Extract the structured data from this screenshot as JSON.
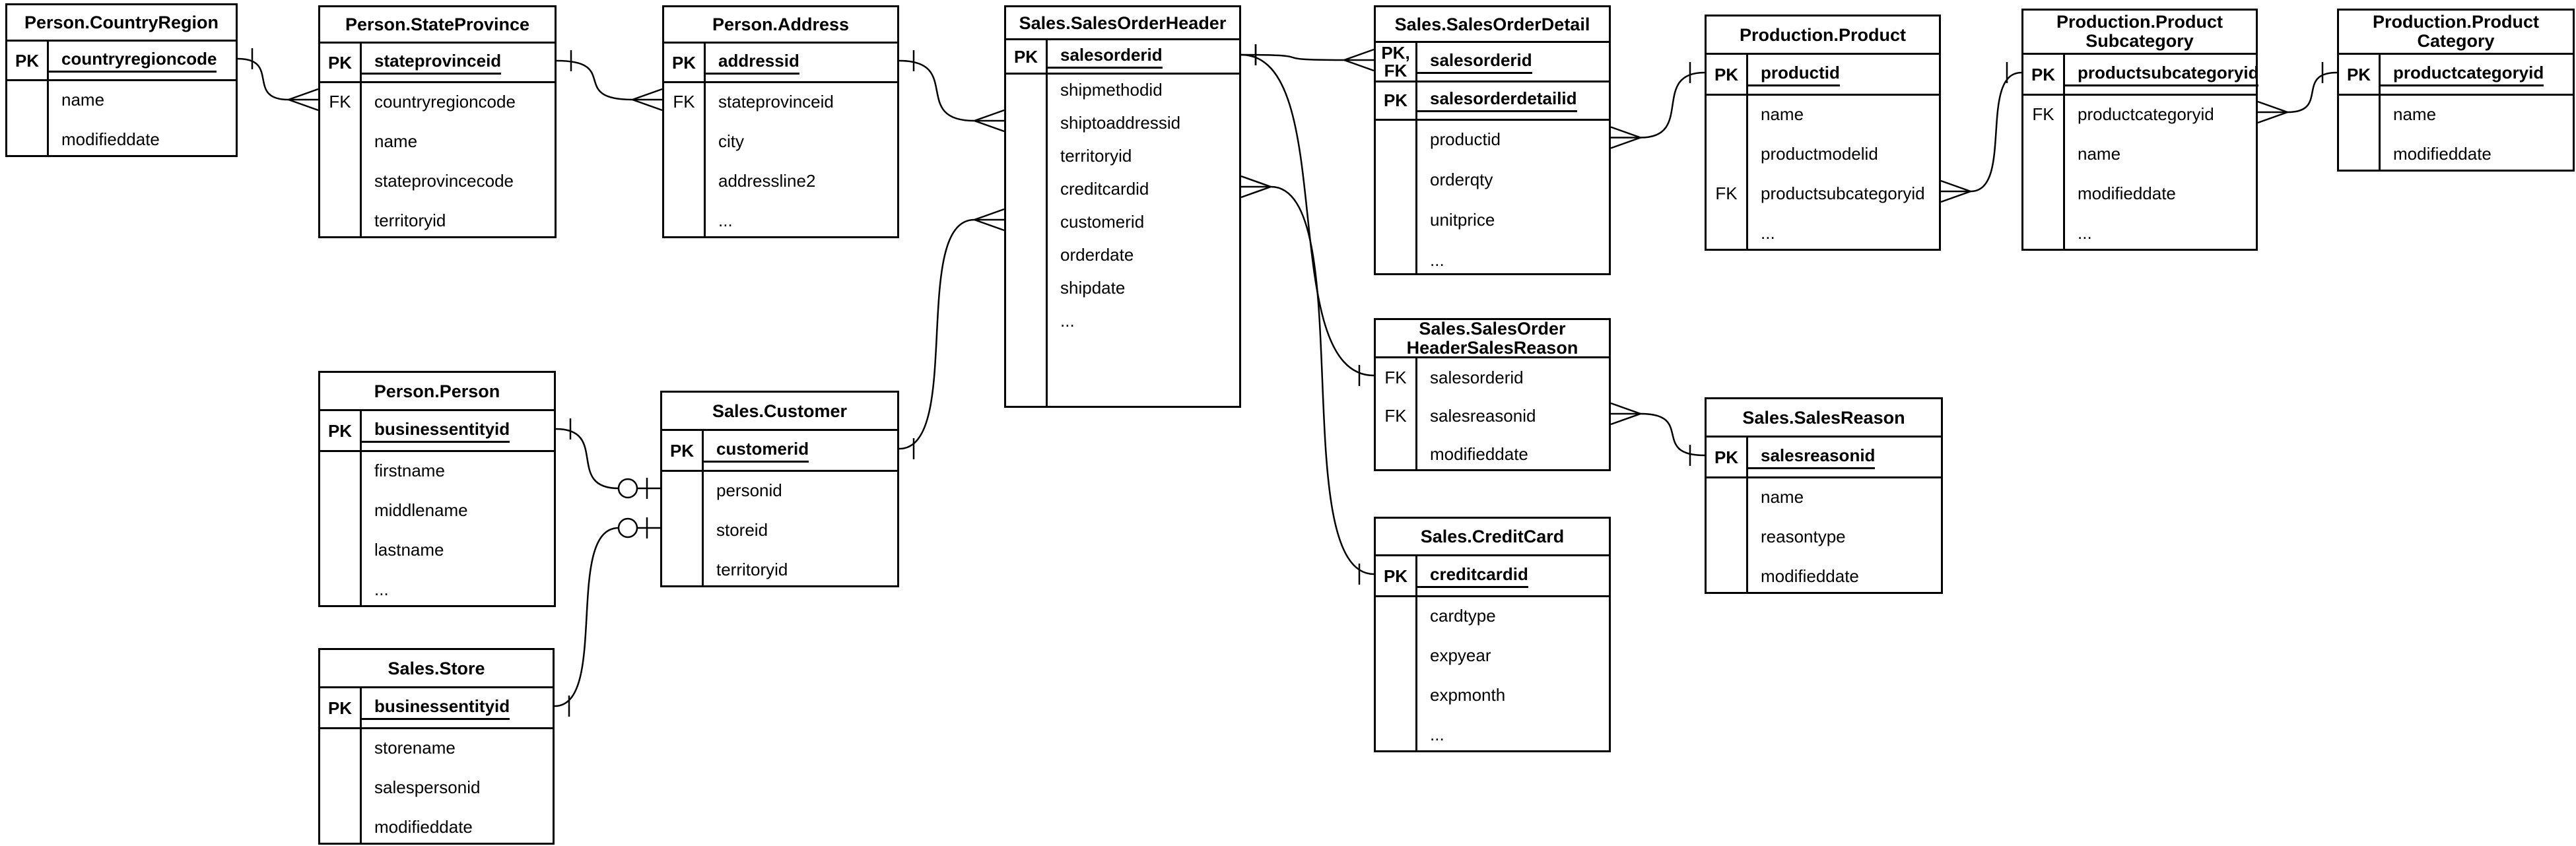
{
  "diagram": {
    "kind": "entity-relationship-diagram",
    "colors": {
      "background": "#ffffff",
      "stroke": "#000000",
      "text": "#000000",
      "table_fill": "#ffffff"
    },
    "notation": "crows-foot",
    "tables": [
      {
        "id": "person_countryregion",
        "title": "Person.CountryRegion",
        "title_lines": [
          "Person.CountryRegion"
        ],
        "sections": [
          {
            "rows": [
              {
                "key": "PK",
                "name": "countryregioncode",
                "pk": true
              }
            ]
          },
          {
            "rows": [
              {
                "key": "",
                "name": "name"
              },
              {
                "key": "",
                "name": "modifieddate"
              }
            ]
          }
        ]
      },
      {
        "id": "person_stateprovince",
        "title": "Person.StateProvince",
        "title_lines": [
          "Person.StateProvince"
        ],
        "sections": [
          {
            "rows": [
              {
                "key": "PK",
                "name": "stateprovinceid",
                "pk": true
              }
            ]
          },
          {
            "rows": [
              {
                "key": "FK",
                "name": "countryregioncode"
              },
              {
                "key": "",
                "name": "name"
              },
              {
                "key": "",
                "name": "stateprovincecode"
              },
              {
                "key": "",
                "name": "territoryid"
              }
            ]
          }
        ]
      },
      {
        "id": "person_address",
        "title": "Person.Address",
        "title_lines": [
          "Person.Address"
        ],
        "sections": [
          {
            "rows": [
              {
                "key": "PK",
                "name": "addressid",
                "pk": true
              }
            ]
          },
          {
            "rows": [
              {
                "key": "FK",
                "name": "stateprovinceid"
              },
              {
                "key": "",
                "name": "city"
              },
              {
                "key": "",
                "name": "addressline2"
              },
              {
                "key": "",
                "name": "..."
              }
            ]
          }
        ]
      },
      {
        "id": "sales_salesorderheader",
        "title": "Sales.SalesOrderHeader",
        "title_lines": [
          "Sales.SalesOrderHeader"
        ],
        "sections": [
          {
            "rows": [
              {
                "key": "PK",
                "name": "salesorderid",
                "pk": true
              }
            ]
          },
          {
            "rows": [
              {
                "key": "",
                "name": "shipmethodid"
              },
              {
                "key": "",
                "name": "shiptoaddressid"
              },
              {
                "key": "",
                "name": "territoryid"
              },
              {
                "key": "",
                "name": "creditcardid"
              },
              {
                "key": "",
                "name": "customerid"
              },
              {
                "key": "",
                "name": "orderdate"
              },
              {
                "key": "",
                "name": "shipdate"
              },
              {
                "key": "",
                "name": "..."
              }
            ]
          }
        ]
      },
      {
        "id": "sales_salesorderdetail",
        "title": "Sales.SalesOrderDetail",
        "title_lines": [
          "Sales.SalesOrderDetail"
        ],
        "sections": [
          {
            "rows": [
              {
                "key": "PK,\nFK",
                "name": "salesorderid",
                "pk": true
              }
            ]
          },
          {
            "rows": [
              {
                "key": "PK",
                "name": "salesorderdetailid",
                "pk": true
              }
            ]
          },
          {
            "rows": [
              {
                "key": "",
                "name": "productid"
              },
              {
                "key": "",
                "name": "orderqty"
              },
              {
                "key": "",
                "name": "unitprice"
              },
              {
                "key": "",
                "name": "..."
              }
            ]
          }
        ]
      },
      {
        "id": "production_product",
        "title": "Production.Product",
        "title_lines": [
          "Production.Product"
        ],
        "sections": [
          {
            "rows": [
              {
                "key": "PK",
                "name": "productid",
                "pk": true
              }
            ]
          },
          {
            "rows": [
              {
                "key": "",
                "name": "name"
              },
              {
                "key": "",
                "name": "productmodelid"
              },
              {
                "key": "FK",
                "name": "productsubcategoryid"
              },
              {
                "key": "",
                "name": "..."
              }
            ]
          }
        ]
      },
      {
        "id": "production_productsubcategory",
        "title": "Production.ProductSubcategory",
        "title_lines": [
          "Production.Product",
          "Subcategory"
        ],
        "sections": [
          {
            "rows": [
              {
                "key": "PK",
                "name": "productsubcategoryid",
                "pk": true
              }
            ]
          },
          {
            "rows": [
              {
                "key": "FK",
                "name": "productcategoryid"
              },
              {
                "key": "",
                "name": "name"
              },
              {
                "key": "",
                "name": "modifieddate"
              },
              {
                "key": "",
                "name": "..."
              }
            ]
          }
        ]
      },
      {
        "id": "production_productcategory",
        "title": "Production.ProductCategory",
        "title_lines": [
          "Production.Product",
          "Category"
        ],
        "sections": [
          {
            "rows": [
              {
                "key": "PK",
                "name": "productcategoryid",
                "pk": true
              }
            ]
          },
          {
            "rows": [
              {
                "key": "",
                "name": "name"
              },
              {
                "key": "",
                "name": "modifieddate"
              }
            ]
          }
        ]
      },
      {
        "id": "person_person",
        "title": "Person.Person",
        "title_lines": [
          "Person.Person"
        ],
        "sections": [
          {
            "rows": [
              {
                "key": "PK",
                "name": "businessentityid",
                "pk": true
              }
            ]
          },
          {
            "rows": [
              {
                "key": "",
                "name": "firstname"
              },
              {
                "key": "",
                "name": "middlename"
              },
              {
                "key": "",
                "name": "lastname"
              },
              {
                "key": "",
                "name": "..."
              }
            ]
          }
        ]
      },
      {
        "id": "sales_customer",
        "title": "Sales.Customer",
        "title_lines": [
          "Sales.Customer"
        ],
        "sections": [
          {
            "rows": [
              {
                "key": "PK",
                "name": "customerid",
                "pk": true
              }
            ]
          },
          {
            "rows": [
              {
                "key": "",
                "name": "personid"
              },
              {
                "key": "",
                "name": "storeid"
              },
              {
                "key": "",
                "name": "territoryid"
              }
            ]
          }
        ]
      },
      {
        "id": "sales_salesorderheadersalesreason",
        "title": "Sales.SalesOrderHeaderSalesReason",
        "title_lines": [
          "Sales.SalesOrder",
          "HeaderSalesReason"
        ],
        "sections": [
          {
            "rows": [
              {
                "key": "FK",
                "name": "salesorderid"
              },
              {
                "key": "FK",
                "name": "salesreasonid"
              },
              {
                "key": "",
                "name": "modifieddate"
              }
            ]
          }
        ]
      },
      {
        "id": "sales_salesreason",
        "title": "Sales.SalesReason",
        "title_lines": [
          "Sales.SalesReason"
        ],
        "sections": [
          {
            "rows": [
              {
                "key": "PK",
                "name": "salesreasonid",
                "pk": true
              }
            ]
          },
          {
            "rows": [
              {
                "key": "",
                "name": "name"
              },
              {
                "key": "",
                "name": "reasontype"
              },
              {
                "key": "",
                "name": "modifieddate"
              }
            ]
          }
        ]
      },
      {
        "id": "sales_creditcard",
        "title": "Sales.CreditCard",
        "title_lines": [
          "Sales.CreditCard"
        ],
        "sections": [
          {
            "rows": [
              {
                "key": "PK",
                "name": "creditcardid",
                "pk": true
              }
            ]
          },
          {
            "rows": [
              {
                "key": "",
                "name": "cardtype"
              },
              {
                "key": "",
                "name": "expyear"
              },
              {
                "key": "",
                "name": "expmonth"
              },
              {
                "key": "",
                "name": "..."
              }
            ]
          }
        ]
      },
      {
        "id": "sales_store",
        "title": "Sales.Store",
        "title_lines": [
          "Sales.Store"
        ],
        "sections": [
          {
            "rows": [
              {
                "key": "PK",
                "name": "businessentityid",
                "pk": true
              }
            ]
          },
          {
            "rows": [
              {
                "key": "",
                "name": "storename"
              },
              {
                "key": "",
                "name": "salespersonid"
              },
              {
                "key": "",
                "name": "modifieddate"
              }
            ]
          }
        ]
      }
    ],
    "connections": [
      {
        "id": "countryregion-to-stateprovince",
        "cardinality": "one-to-many",
        "from": {
          "table": "person_countryregion",
          "row": "countryregioncode",
          "side": "right",
          "symbol": "one"
        },
        "to": {
          "table": "person_stateprovince",
          "row": "countryregioncode",
          "side": "left",
          "symbol": "many"
        }
      },
      {
        "id": "stateprovince-to-address",
        "cardinality": "one-to-many",
        "from": {
          "table": "person_stateprovince",
          "row": "stateprovinceid",
          "side": "right",
          "symbol": "one"
        },
        "to": {
          "table": "person_address",
          "row": "stateprovinceid",
          "side": "left",
          "symbol": "many"
        }
      },
      {
        "id": "address-to-salesorderheader",
        "cardinality": "one-to-many",
        "from": {
          "table": "person_address",
          "row": "addressid",
          "side": "right",
          "symbol": "one"
        },
        "to": {
          "table": "sales_salesorderheader",
          "row": "shiptoaddressid",
          "side": "left",
          "symbol": "many"
        }
      },
      {
        "id": "customer-to-salesorderheader",
        "cardinality": "one-to-many",
        "from": {
          "table": "sales_customer",
          "row": "customerid",
          "side": "right",
          "symbol": "one"
        },
        "to": {
          "table": "sales_salesorderheader",
          "row": "customerid",
          "side": "left",
          "symbol": "many"
        }
      },
      {
        "id": "salesorderheader-to-salesorderdetail",
        "cardinality": "one-to-many",
        "from": {
          "table": "sales_salesorderheader",
          "row": "salesorderid",
          "side": "right",
          "symbol": "one"
        },
        "to": {
          "table": "sales_salesorderdetail",
          "row": "salesorderid",
          "side": "left",
          "symbol": "many"
        }
      },
      {
        "id": "salesorderheader-to-headersalesreason",
        "cardinality": "one-to-one",
        "from": {
          "table": "sales_salesorderheader",
          "row": "salesorderid",
          "side": "right",
          "symbol": "one"
        },
        "to": {
          "table": "sales_salesorderheadersalesreason",
          "row": "salesorderid",
          "side": "left",
          "symbol": "one"
        }
      },
      {
        "id": "creditcard-to-salesorderheader",
        "cardinality": "one-to-many",
        "from": {
          "table": "sales_salesorderheader",
          "row": "creditcardid",
          "side": "right",
          "symbol": "many"
        },
        "to": {
          "table": "sales_creditcard",
          "row": "creditcardid",
          "side": "left",
          "symbol": "one"
        }
      },
      {
        "id": "product-to-salesorderdetail",
        "cardinality": "one-to-many",
        "from": {
          "table": "sales_salesorderdetail",
          "row": "productid",
          "side": "right",
          "symbol": "many"
        },
        "to": {
          "table": "production_product",
          "row": "productid",
          "side": "left",
          "symbol": "one"
        }
      },
      {
        "id": "productsubcategory-to-product",
        "cardinality": "one-to-many",
        "from": {
          "table": "production_product",
          "row": "productsubcategoryid",
          "side": "right",
          "symbol": "many"
        },
        "to": {
          "table": "production_productsubcategory",
          "row": "productsubcategoryid",
          "side": "left",
          "symbol": "one"
        }
      },
      {
        "id": "productcategory-to-productsubcategory",
        "cardinality": "one-to-many",
        "from": {
          "table": "production_productsubcategory",
          "row": "productcategoryid",
          "side": "right",
          "symbol": "many"
        },
        "to": {
          "table": "production_productcategory",
          "row": "productcategoryid",
          "side": "left",
          "symbol": "one"
        }
      },
      {
        "id": "salesreason-to-headersalesreason",
        "cardinality": "one-to-many",
        "from": {
          "table": "sales_salesorderheadersalesreason",
          "row": "salesreasonid",
          "side": "right",
          "symbol": "many"
        },
        "to": {
          "table": "sales_salesreason",
          "row": "salesreasonid",
          "side": "left",
          "symbol": "one"
        }
      },
      {
        "id": "person-to-customer",
        "cardinality": "one-to-zero-or-one",
        "from": {
          "table": "person_person",
          "row": "businessentityid",
          "side": "right",
          "symbol": "one"
        },
        "to": {
          "table": "sales_customer",
          "row": "personid",
          "side": "left",
          "symbol": "zero-one"
        }
      },
      {
        "id": "store-to-customer",
        "cardinality": "one-to-zero-or-one",
        "from": {
          "table": "sales_store",
          "row": "businessentityid",
          "side": "right",
          "symbol": "one"
        },
        "to": {
          "table": "sales_customer",
          "row": "storeid",
          "side": "left",
          "symbol": "zero-one"
        }
      }
    ]
  }
}
